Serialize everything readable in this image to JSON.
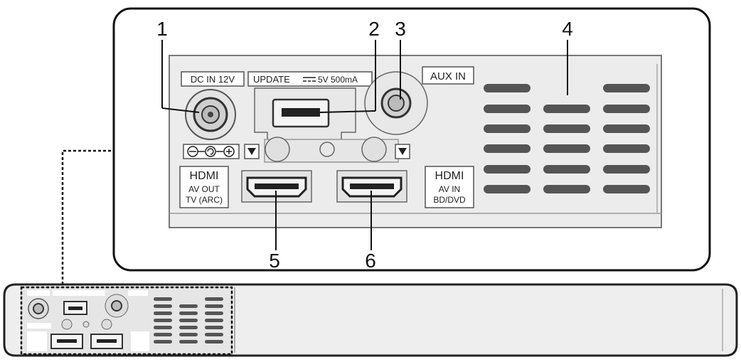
{
  "callouts": [
    "1",
    "2",
    "3",
    "4",
    "5",
    "6"
  ],
  "panel_labels": {
    "dc_in": "DC IN 12V",
    "update": "UPDATE",
    "update_rating": "5V 500mA",
    "aux_in": "AUX IN",
    "hdmi_out_title": "HDMI",
    "hdmi_out_line1": "AV OUT",
    "hdmi_out_line2": "TV (ARC)",
    "hdmi_in_title": "HDMI",
    "hdmi_in_line1": "AV IN",
    "hdmi_in_line2": "BD/DVD"
  },
  "icons": [
    "dc-polarity-icon",
    "triangle-marker-icon",
    "hdmi-port-icon",
    "usb-port-icon",
    "dc-jack-icon",
    "aux-jack-icon"
  ],
  "colors": {
    "line": "#222222",
    "panel": "#e9e9e9",
    "vent": "#555555",
    "body": "#f0f0f0"
  }
}
